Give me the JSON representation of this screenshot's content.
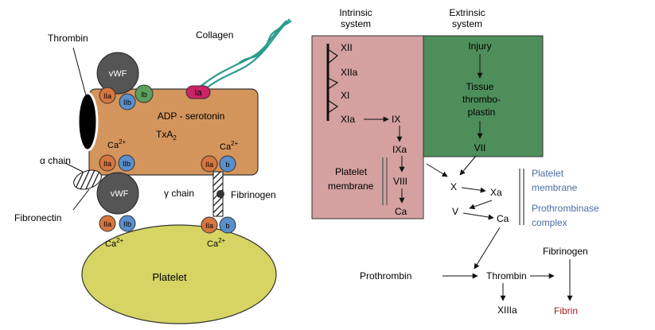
{
  "left": {
    "thrombin": "Thrombin",
    "collagen": "Collagen",
    "vwf": "vWF",
    "ia": "Ia",
    "iia": "IIa",
    "iib": "IIb",
    "ib": "Ib",
    "b": "b",
    "adp": "ADP - serotonin",
    "txa": "TxA",
    "txa_sub": "2",
    "ca": "Ca",
    "ca_sup": "2+",
    "alpha_chain": "α chain",
    "gamma_chain": "γ chain",
    "fibronectin": "Fibronectin",
    "fibrinogen": "Fibrinogen",
    "platelet": "Platelet"
  },
  "right": {
    "intrinsic_title": [
      "Intrinsic",
      "system"
    ],
    "extrinsic_title": [
      "Extrinsic",
      "system"
    ],
    "xii": "XII",
    "xiia": "XIIa",
    "xi": "XI",
    "xia": "XIa",
    "ix": "IX",
    "ixa": "IXa",
    "viii": "VIII",
    "ca": "Ca",
    "platelet_membrane_left": [
      "Platelet",
      "membrane"
    ],
    "injury": "Injury",
    "tissue_thromboplastin": [
      "Tissue",
      "thrombo-",
      "plastin"
    ],
    "vii": "VII",
    "x": "X",
    "xa": "Xa",
    "v": "V",
    "ca2": "Ca",
    "platelet_membrane_right": [
      "Platelet",
      "membrane"
    ],
    "prothrombinase": [
      "Prothrombinase",
      "complex"
    ],
    "fibrinogen": "Fibrinogen",
    "prothrombin": "Prothrombin",
    "thrombin": "Thrombin",
    "xiiia": "XIIIa",
    "fibrin": "Fibrin"
  },
  "colors": {
    "platelet_fill": "#d6d564",
    "cell_fill": "#d4955c",
    "vwf_fill": "#555555",
    "iia_fill": "#d7763e",
    "iib_fill": "#5b8fcc",
    "ib_fill": "#5e9e5e",
    "ia_fill": "#cc2266",
    "collagen": "#2a9c8e",
    "intrinsic_fill": "#d4a0a0",
    "extrinsic_fill": "#4e8e5a",
    "blue_text": "#4a6da8",
    "fibrin_text": "#a02020"
  }
}
